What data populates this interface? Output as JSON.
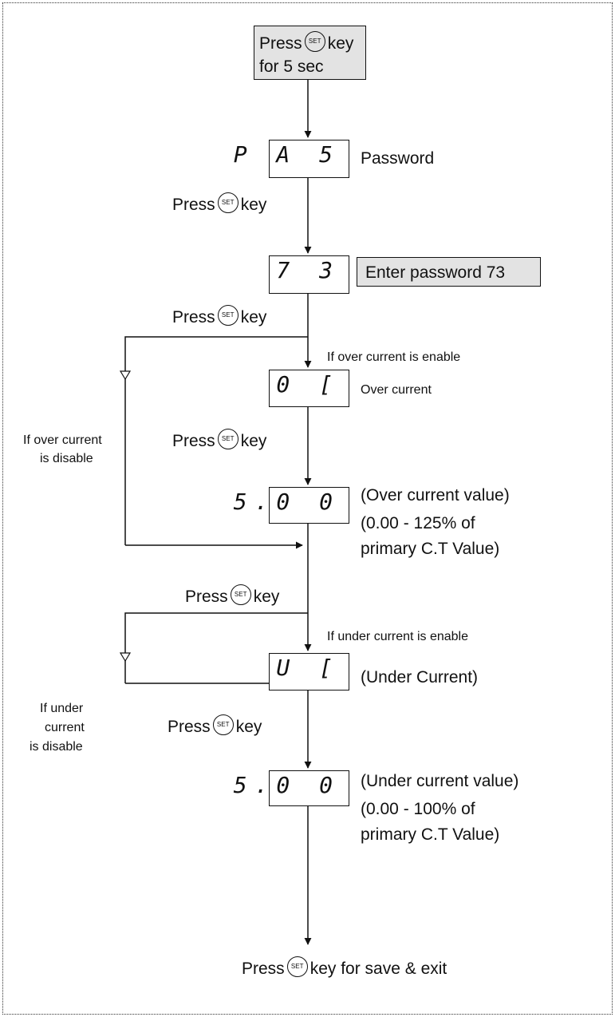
{
  "start": {
    "line1_pre": "Press",
    "line1_post": "key",
    "line2": "for 5 sec"
  },
  "set_key_label": "SET",
  "displays": {
    "pas": "P A 5",
    "password_value": "7 3",
    "oc": "0 [",
    "oc_value": "5.0 0",
    "uc": "U [",
    "uc_value": "5.0 0"
  },
  "labels": {
    "password": "Password",
    "enter_password": "Enter password 73",
    "over_current": "Over current",
    "over_current_value": "(Over current value)",
    "oc_range_1": "(0.00 - 125% of",
    "oc_range_2": "primary C.T Value)",
    "under_current": "(Under Current)",
    "under_current_value": "(Under current value)",
    "uc_range_1": "(0.00 - 100% of",
    "uc_range_2": "primary C.T Value)"
  },
  "conditions": {
    "oc_enable": "If over current is enable",
    "oc_disable_1": "If over current",
    "oc_disable_2": "is disable",
    "uc_enable": "If under current is enable",
    "uc_disable_1": "If under",
    "uc_disable_2": "current",
    "uc_disable_3": "is disable"
  },
  "press": {
    "pre": "Press",
    "post": "key"
  },
  "final": {
    "pre": "Press",
    "post": "key for save & exit"
  }
}
